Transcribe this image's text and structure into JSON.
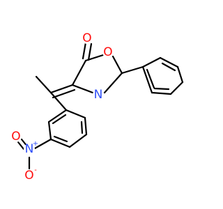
{
  "molecule": {
    "atoms": [
      {
        "id": "O_carbonyl",
        "symbol": "O",
        "color": "#ff0d0d",
        "charge": ""
      },
      {
        "id": "O_ring",
        "symbol": "O",
        "color": "#ff0d0d",
        "charge": ""
      },
      {
        "id": "N_ring",
        "symbol": "N",
        "color": "#3050f8",
        "charge": ""
      },
      {
        "id": "N_nitro",
        "symbol": "N",
        "color": "#3050f8",
        "charge": "+"
      },
      {
        "id": "O_nitro_dbl",
        "symbol": "O",
        "color": "#ff0d0d",
        "charge": ""
      },
      {
        "id": "O_nitro_neg",
        "symbol": "O",
        "color": "#ff0d0d",
        "charge": "-"
      }
    ]
  }
}
